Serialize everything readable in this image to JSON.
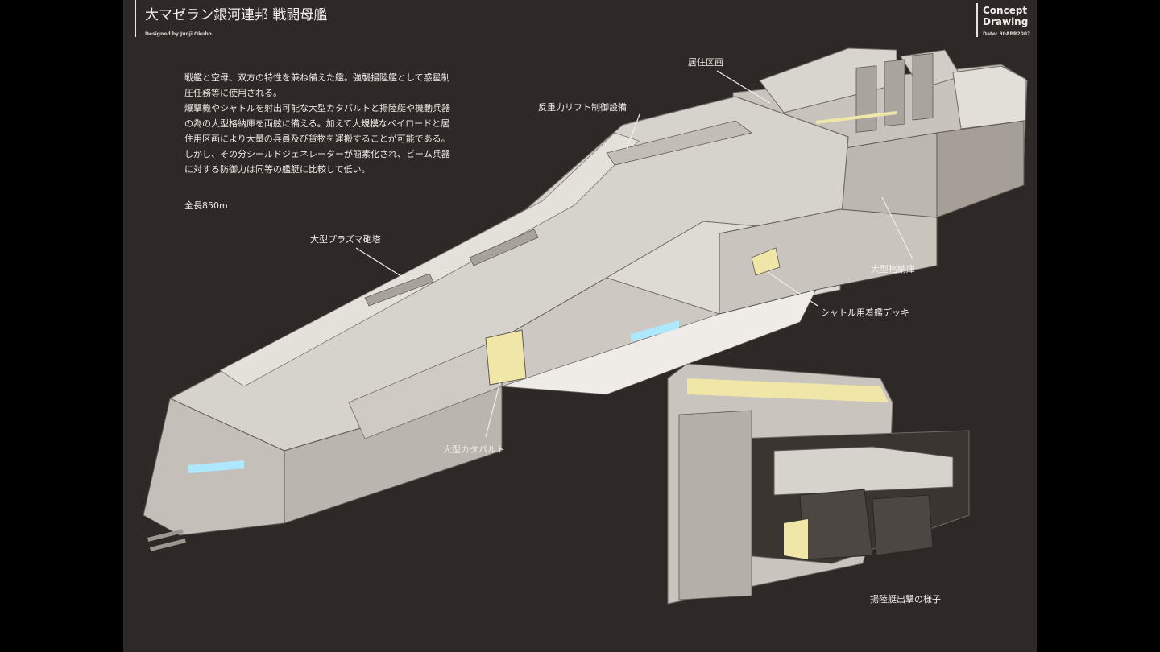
{
  "header": {
    "title": "大マゼラン銀河連邦 戦闘母艦",
    "designer": "Designed by Junji Okubo.",
    "concept_line1": "Concept",
    "concept_line2": "Drawing",
    "date": "Date: 30APR2007"
  },
  "description": {
    "lines": [
      "戦艦と空母、双方の特性を兼ね備えた艦。強襲揚陸艦として惑星制",
      "圧任務等に使用される。",
      "爆撃機やシャトルを射出可能な大型カタパルトと揚陸艇や機動兵器",
      "の為の大型格納庫を両舷に備える。加えて大規模なペイロードと居",
      "住用区画により大量の兵員及び貨物を運搬することが可能である。",
      "しかし、その分シールドジェネレーターが簡素化され、ビーム兵器",
      "に対する防御力は同等の艦艇に比較して低い。"
    ],
    "length": "全長850m"
  },
  "callouts": {
    "living_quarters": "居住区画",
    "antigravity_lift": "反重力リフト制御設備",
    "plasma_turret": "大型プラズマ砲塔",
    "hangar": "大型格納庫",
    "shuttle_deck": "シャトル用着艦デッキ",
    "catapult": "大型カタパルト",
    "landing_craft_caption": "揚陸艇出撃の様子"
  },
  "colors": {
    "background": "#2e2926",
    "hull_light": "#d9d5cf",
    "hull_mid": "#bdb8b1",
    "hull_dark": "#8f8a84",
    "accent_glow": "#aee8ff",
    "hangar_light": "#efe6a8"
  }
}
